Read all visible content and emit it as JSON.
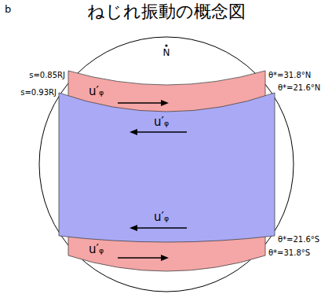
{
  "diagram": {
    "title": "ねじれ振動の概念図",
    "nodes": [
      {
        "text": [
          "u′ᵩ"
        ]
      },
      {
        "text": [
          "u′ᵩ",
          "u′ᵩ"
        ]
      },
      {
        "text": [
          "u′ᵩ"
        ]
      }
    ],
    "labels": [
      "b",
      "N",
      "s=0.85RJ",
      "s=0.93RJ",
      "θ*=31.8°N",
      "θ*=21.6°N",
      "θ*=21.6°S",
      "θ*=31.8°S"
    ]
  }
}
